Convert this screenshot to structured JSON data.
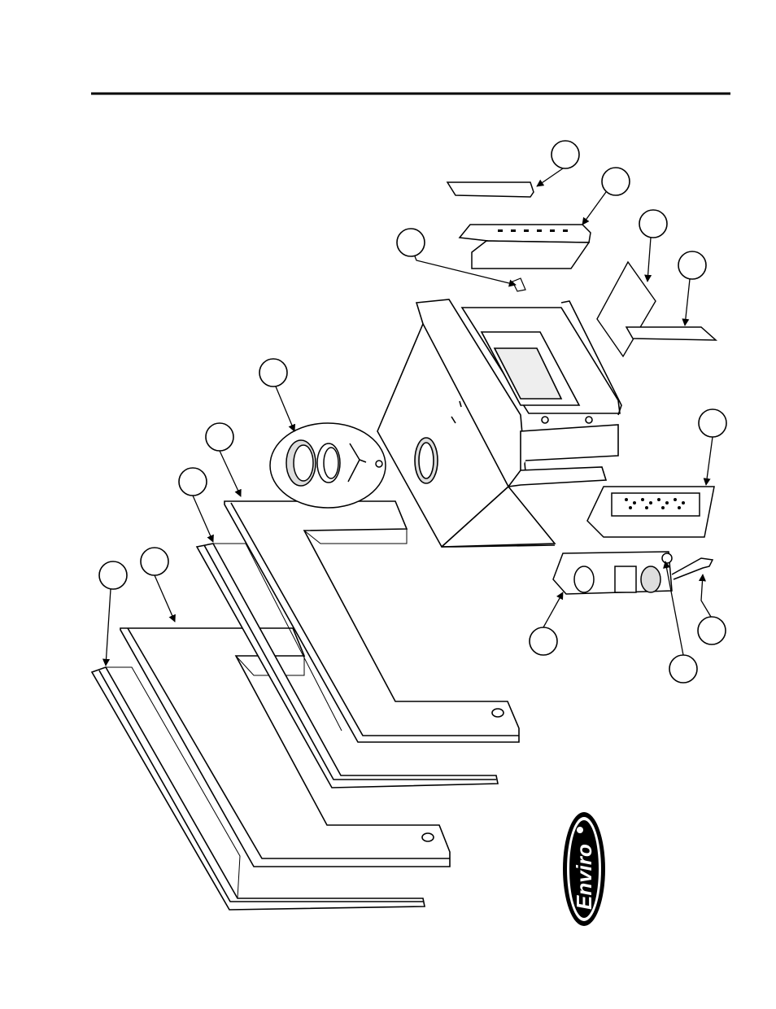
{
  "diagram": {
    "callouts": [
      {
        "id": "c1",
        "label": ""
      },
      {
        "id": "c2",
        "label": ""
      },
      {
        "id": "c3",
        "label": ""
      },
      {
        "id": "c4",
        "label": ""
      },
      {
        "id": "c5",
        "label": ""
      },
      {
        "id": "c6",
        "label": ""
      },
      {
        "id": "c7",
        "label": ""
      },
      {
        "id": "c8",
        "label": ""
      },
      {
        "id": "c9",
        "label": ""
      },
      {
        "id": "c10",
        "label": ""
      },
      {
        "id": "c11",
        "label": ""
      },
      {
        "id": "c12",
        "label": ""
      },
      {
        "id": "c13",
        "label": ""
      },
      {
        "id": "c14",
        "label": ""
      },
      {
        "id": "c15",
        "label": ""
      }
    ]
  },
  "logo": {
    "text": "Enviro",
    "color": "#000000"
  },
  "colors": {
    "line": "#000000",
    "background": "#ffffff",
    "shade": "#d9d9d9"
  }
}
